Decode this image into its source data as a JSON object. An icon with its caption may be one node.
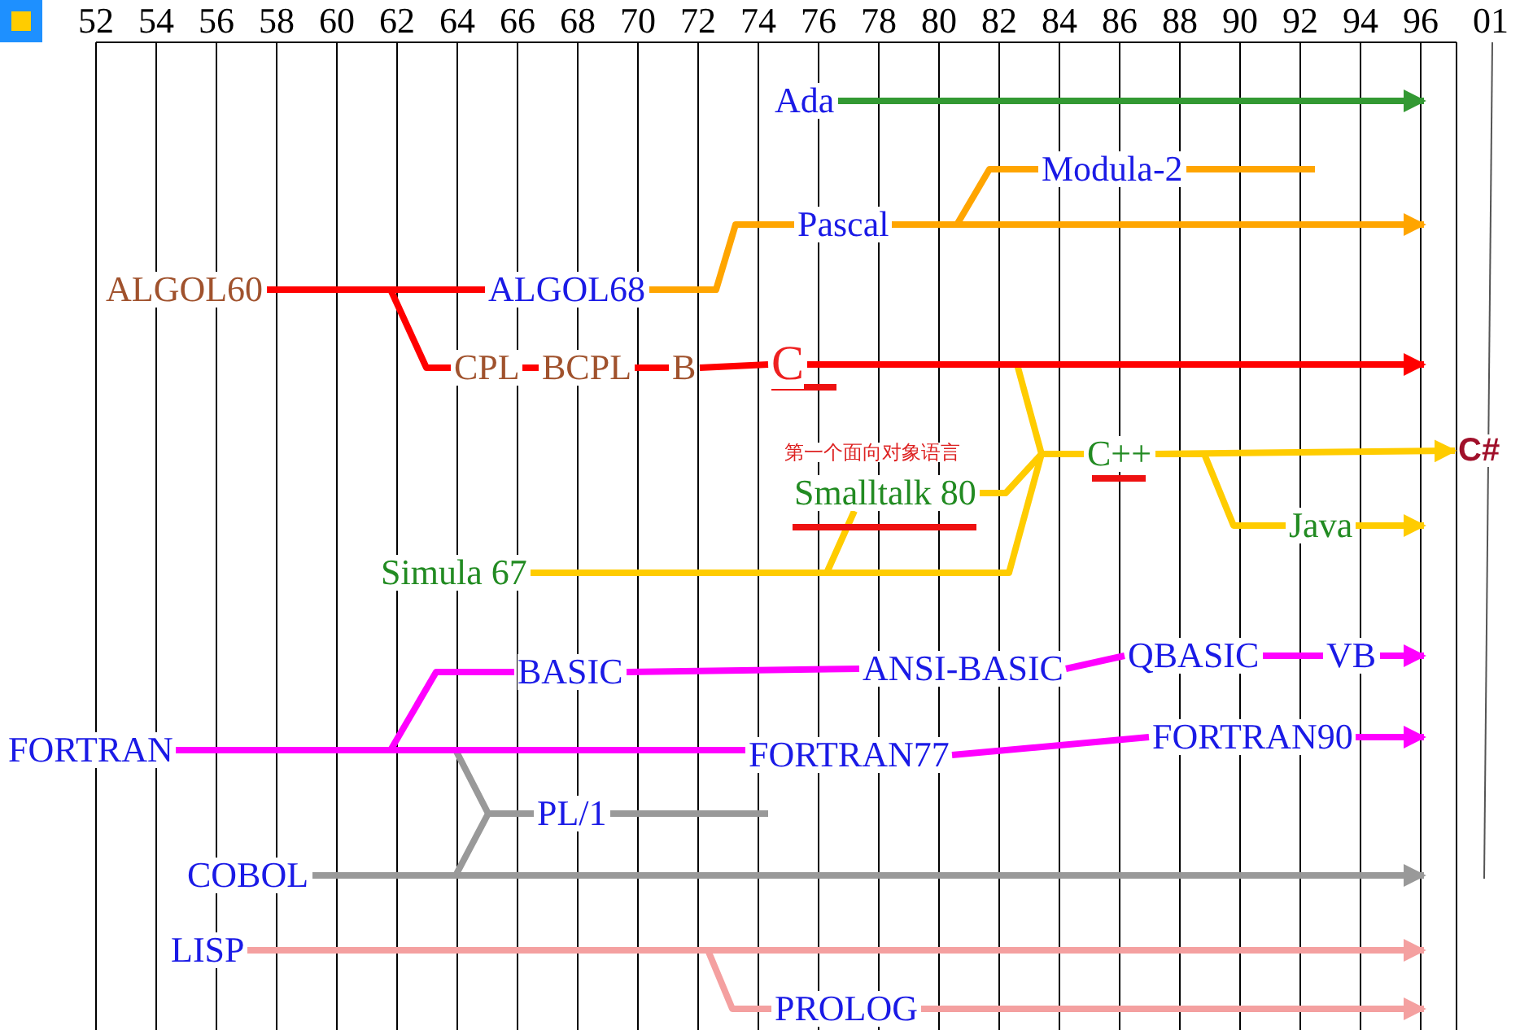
{
  "diagram": {
    "nodes": [
      {
        "text": [
          "Ada"
        ]
      },
      {
        "text": [
          "Modula-2"
        ]
      },
      {
        "text": [
          "Pascal"
        ]
      },
      {
        "text": [
          "ALGOL60"
        ]
      },
      {
        "text": [
          "ALGOL68"
        ]
      },
      {
        "text": [
          "CPL"
        ]
      },
      {
        "text": [
          "BCPL"
        ]
      },
      {
        "text": [
          "B"
        ]
      },
      {
        "text": [
          "C"
        ]
      },
      {
        "text": [
          "C++"
        ]
      },
      {
        "text": [
          "C#"
        ]
      },
      {
        "text": [
          "Smalltalk 80"
        ]
      },
      {
        "text": [
          "Java"
        ]
      },
      {
        "text": [
          "Simula 67"
        ]
      },
      {
        "text": [
          "BASIC"
        ]
      },
      {
        "text": [
          "ANSI-BASIC"
        ]
      },
      {
        "text": [
          "QBASIC"
        ]
      },
      {
        "text": [
          "VB"
        ]
      },
      {
        "text": [
          "FORTRAN"
        ]
      },
      {
        "text": [
          "FORTRAN77"
        ]
      },
      {
        "text": [
          "FORTRAN90"
        ]
      },
      {
        "text": [
          "PL/1"
        ]
      },
      {
        "text": [
          "COBOL"
        ]
      },
      {
        "text": [
          "LISP"
        ]
      },
      {
        "text": [
          "PROLOG"
        ]
      }
    ],
    "edges": [
      {
        "from": 0,
        "to": null,
        "arrow": "to",
        "color": "#339933"
      },
      {
        "from": 3,
        "to": 4,
        "arrow": "none",
        "color": "#ff0000"
      },
      {
        "from": 3,
        "to": 5,
        "arrow": "none",
        "color": "#ff0000"
      },
      {
        "from": 5,
        "to": 6,
        "arrow": "none",
        "color": "#ff0000"
      },
      {
        "from": 6,
        "to": 7,
        "arrow": "none",
        "color": "#ff0000"
      },
      {
        "from": 7,
        "to": 8,
        "arrow": "none",
        "color": "#ff0000"
      },
      {
        "from": 8,
        "to": null,
        "arrow": "to",
        "color": "#ff0000"
      },
      {
        "from": 4,
        "to": 2,
        "arrow": "none",
        "color": "#ffa500"
      },
      {
        "from": 2,
        "to": 1,
        "arrow": "none",
        "color": "#ffa500"
      },
      {
        "from": 1,
        "to": null,
        "arrow": "none",
        "color": "#ffa500"
      },
      {
        "from": 2,
        "to": null,
        "arrow": "to",
        "color": "#ffa500"
      },
      {
        "from": 8,
        "to": 9,
        "arrow": "none",
        "color": "#ffcc00"
      },
      {
        "from": 11,
        "to": 9,
        "arrow": "none",
        "color": "#ffcc00"
      },
      {
        "from": 13,
        "to": 11,
        "arrow": "none",
        "color": "#ffcc00"
      },
      {
        "from": 13,
        "to": 9,
        "arrow": "none",
        "color": "#ffcc00"
      },
      {
        "from": 9,
        "to": 10,
        "arrow": "to",
        "color": "#ffcc00"
      },
      {
        "from": 9,
        "to": 12,
        "arrow": "none",
        "color": "#ffcc00"
      },
      {
        "from": 12,
        "to": null,
        "arrow": "to",
        "color": "#ffcc00"
      },
      {
        "from": 18,
        "to": 19,
        "arrow": "none",
        "color": "#ff00ff"
      },
      {
        "from": 18,
        "to": 14,
        "arrow": "none",
        "color": "#ff00ff"
      },
      {
        "from": 14,
        "to": 15,
        "arrow": "none",
        "color": "#ff00ff"
      },
      {
        "from": 15,
        "to": 16,
        "arrow": "none",
        "color": "#ff00ff"
      },
      {
        "from": 16,
        "to": 17,
        "arrow": "none",
        "color": "#ff00ff"
      },
      {
        "from": 17,
        "to": null,
        "arrow": "to",
        "color": "#ff00ff"
      },
      {
        "from": 19,
        "to": 20,
        "arrow": "none",
        "color": "#ff00ff"
      },
      {
        "from": 20,
        "to": null,
        "arrow": "to",
        "color": "#ff00ff"
      },
      {
        "from": 18,
        "to": 21,
        "arrow": "none",
        "color": "#999999"
      },
      {
        "from": 22,
        "to": 21,
        "arrow": "none",
        "color": "#999999"
      },
      {
        "from": 21,
        "to": null,
        "arrow": "none",
        "color": "#999999"
      },
      {
        "from": 22,
        "to": null,
        "arrow": "to",
        "color": "#999999"
      },
      {
        "from": 23,
        "to": 24,
        "arrow": "none",
        "color": "#f4a0a0"
      },
      {
        "from": 23,
        "to": null,
        "arrow": "to",
        "color": "#f4a0a0"
      },
      {
        "from": 24,
        "to": null,
        "arrow": "to",
        "color": "#f4a0a0"
      }
    ],
    "labels": [
      "52",
      "54",
      "56",
      "58",
      "60",
      "62",
      "64",
      "66",
      "68",
      "70",
      "72",
      "74",
      "76",
      "78",
      "80",
      "82",
      "84",
      "86",
      "88",
      "90",
      "92",
      "94",
      "96",
      "01",
      "第一个面向对象语言"
    ]
  }
}
